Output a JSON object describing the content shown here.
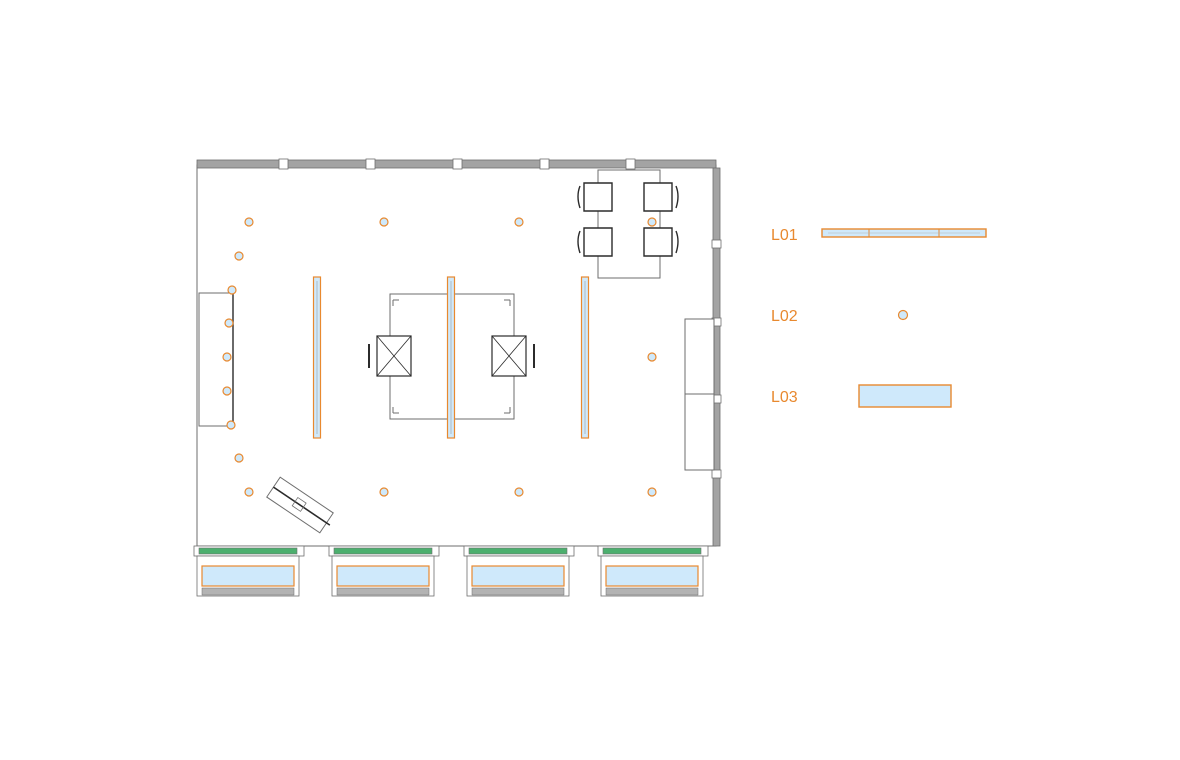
{
  "colors": {
    "wall": "#9e9e9e",
    "line": "#6e6e6e",
    "furniture": "#2b2b2b",
    "light": "#e8892f",
    "glass": "#cfe9fb",
    "planter": "#4caf6e"
  },
  "legend": [
    {
      "code": "L01",
      "symbol": "linear-light-icon"
    },
    {
      "code": "L02",
      "symbol": "downlight-icon"
    },
    {
      "code": "L03",
      "symbol": "panel-light-icon"
    }
  ]
}
